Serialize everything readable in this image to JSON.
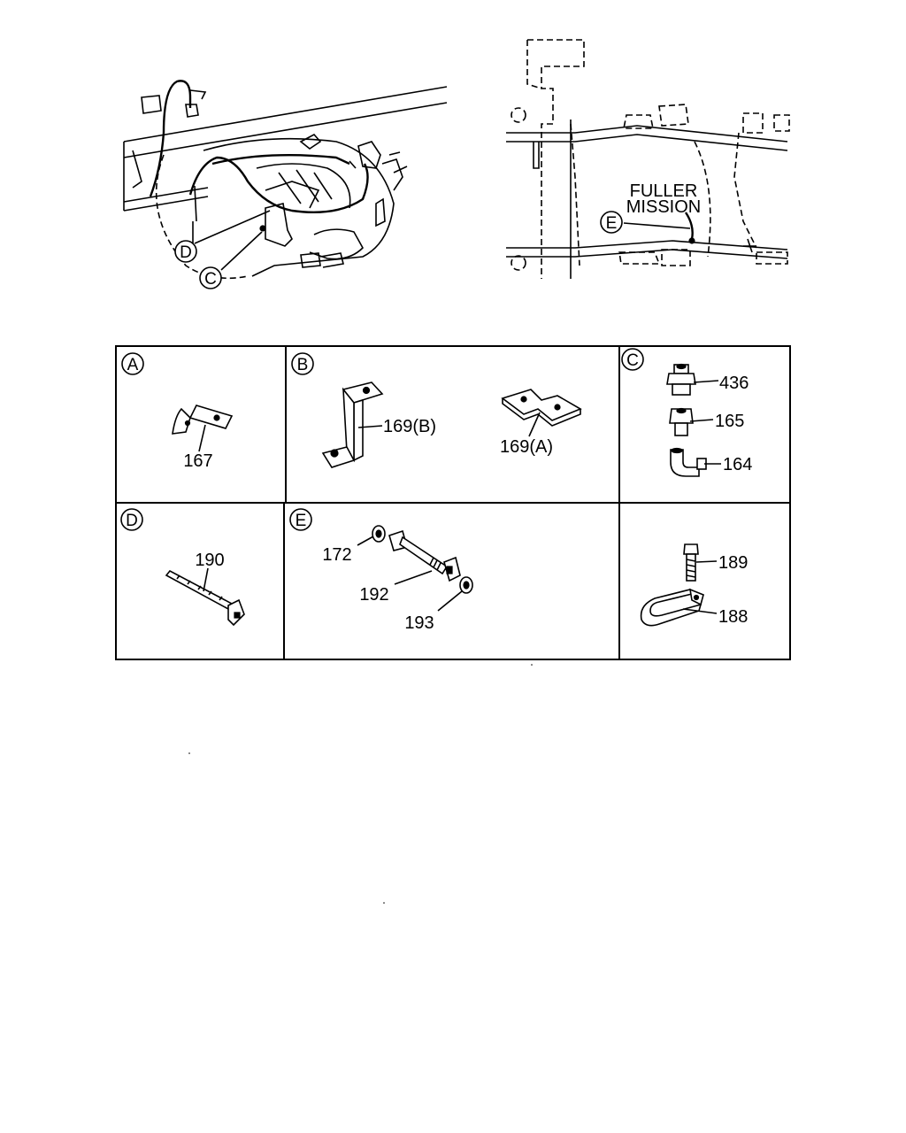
{
  "callouts": {
    "overview_left": [
      "D",
      "C"
    ],
    "overview_right": "E",
    "fuller_line1": "FULLER",
    "fuller_line2": "MISSION"
  },
  "panels": {
    "a": {
      "letter": "A",
      "parts": [
        "167"
      ]
    },
    "b": {
      "letter": "B",
      "parts": [
        "169(B)",
        "169(A)"
      ]
    },
    "c": {
      "letter": "C",
      "parts": [
        "436",
        "165",
        "164"
      ]
    },
    "d": {
      "letter": "D",
      "parts": [
        "190"
      ]
    },
    "e": {
      "letter": "E",
      "parts": [
        "172",
        "192",
        "193"
      ]
    },
    "f": {
      "parts": [
        "189",
        "188"
      ]
    }
  }
}
